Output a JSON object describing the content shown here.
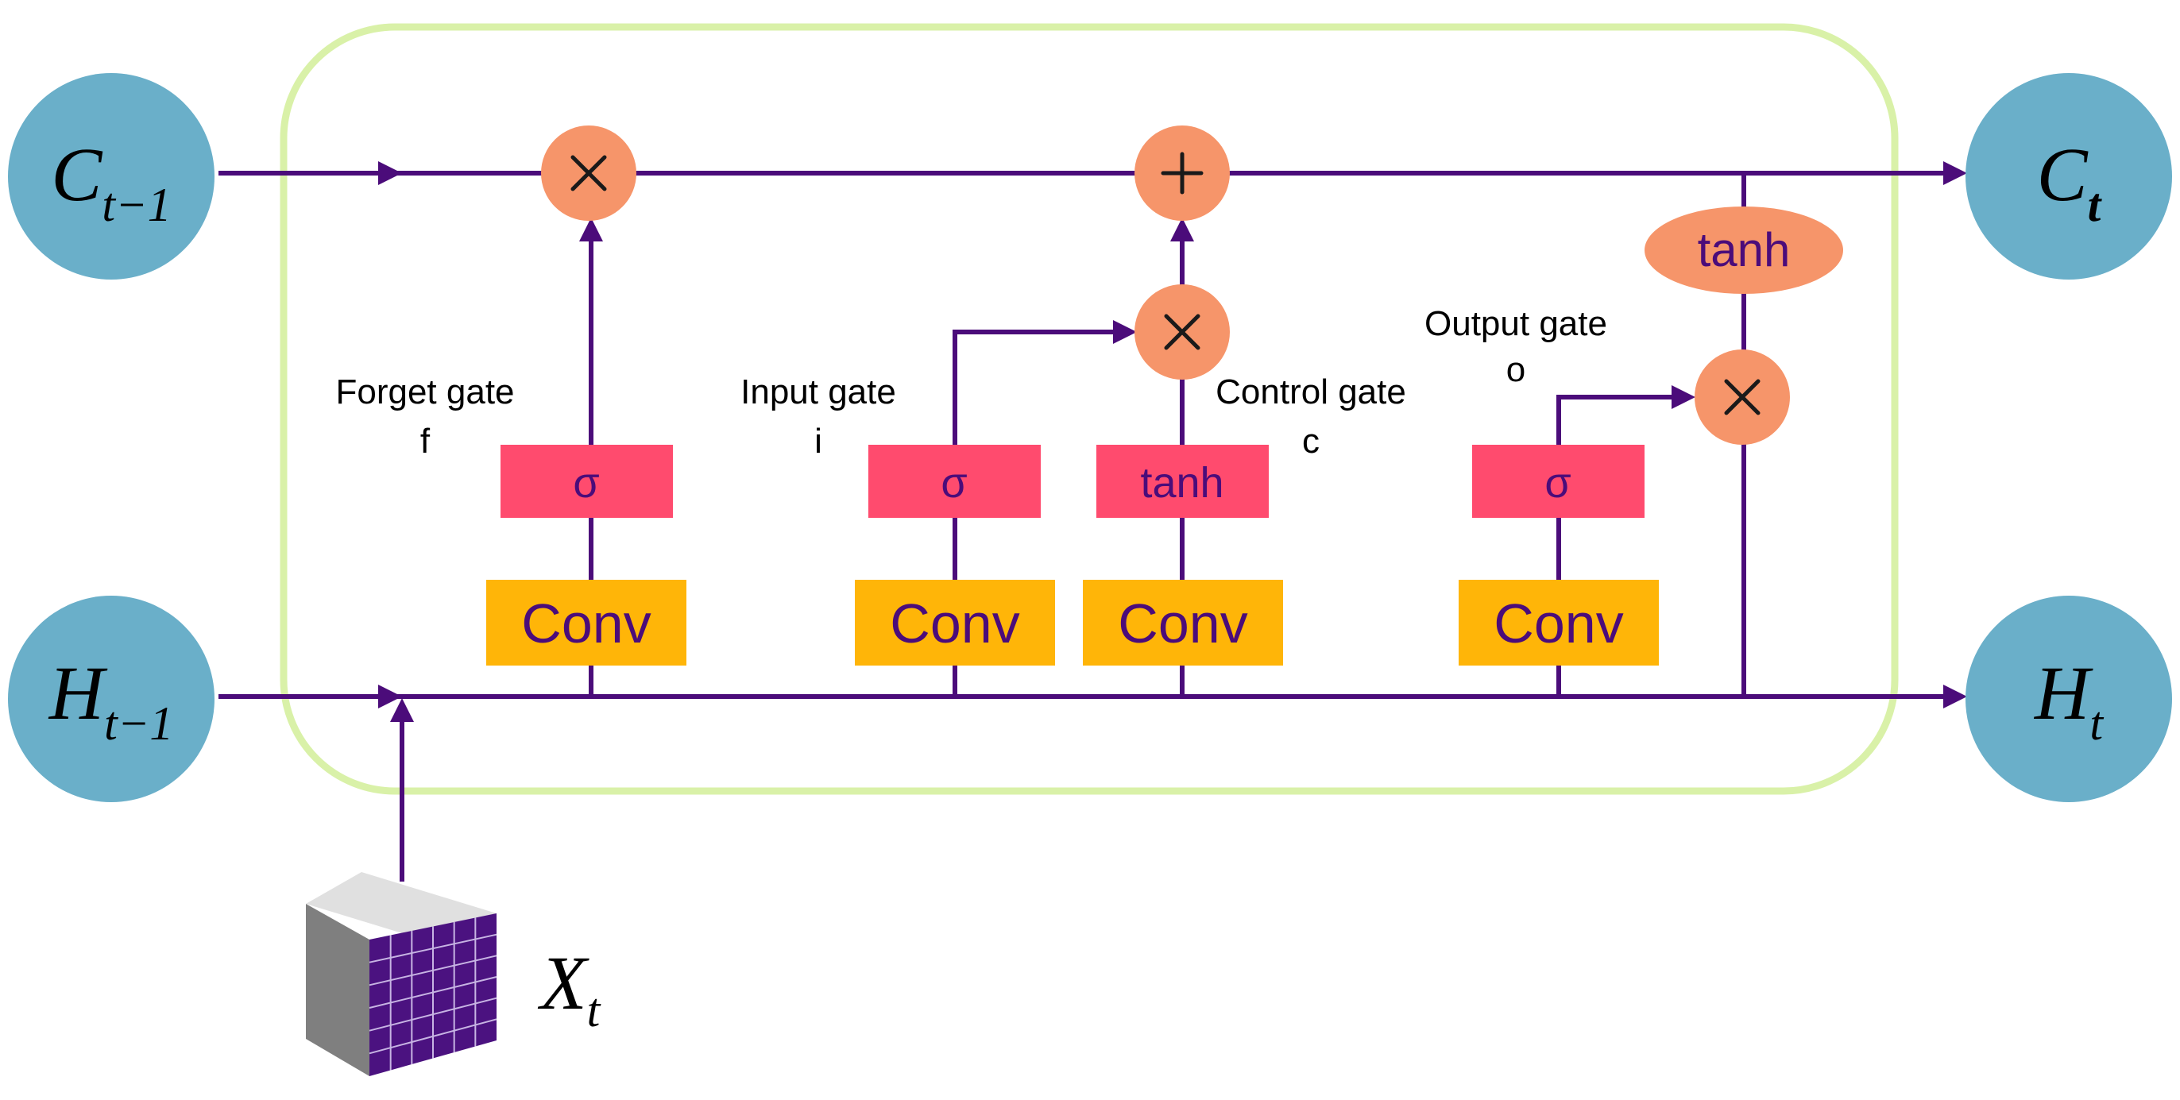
{
  "states": {
    "c_prev": {
      "base": "C",
      "sub": "t−1"
    },
    "c_next": {
      "base": "C",
      "sub": "t"
    },
    "h_prev": {
      "base": "H",
      "sub": "t−1"
    },
    "h_next": {
      "base": "H",
      "sub": "t"
    },
    "x_input": {
      "base": "X",
      "sub": "t"
    }
  },
  "gates": {
    "forget": {
      "name": "Forget gate",
      "symbol": "f",
      "activation": "σ",
      "conv": "Conv"
    },
    "input": {
      "name": "Input gate",
      "symbol": "i",
      "activation": "σ",
      "conv": "Conv"
    },
    "control": {
      "name": "Control gate",
      "symbol": "c",
      "activation": "tanh",
      "conv": "Conv"
    },
    "output": {
      "name": "Output gate",
      "symbol": "o",
      "activation": "σ",
      "conv": "Conv"
    }
  },
  "cell_tanh": "tanh",
  "operators": {
    "multiply": "×",
    "add": "+"
  },
  "colors": {
    "flow": "#4b0c7a",
    "cell_border": "#d9f1a8",
    "state_node": "#6aafc9",
    "operator": "#f6956a",
    "activation_box": "#ff4b6e",
    "conv_box": "#ffb508",
    "cube_grid": "#4b1280"
  },
  "icons": [
    "multiply-icon",
    "add-icon",
    "arrow-icon",
    "input-tensor-cube-icon"
  ]
}
